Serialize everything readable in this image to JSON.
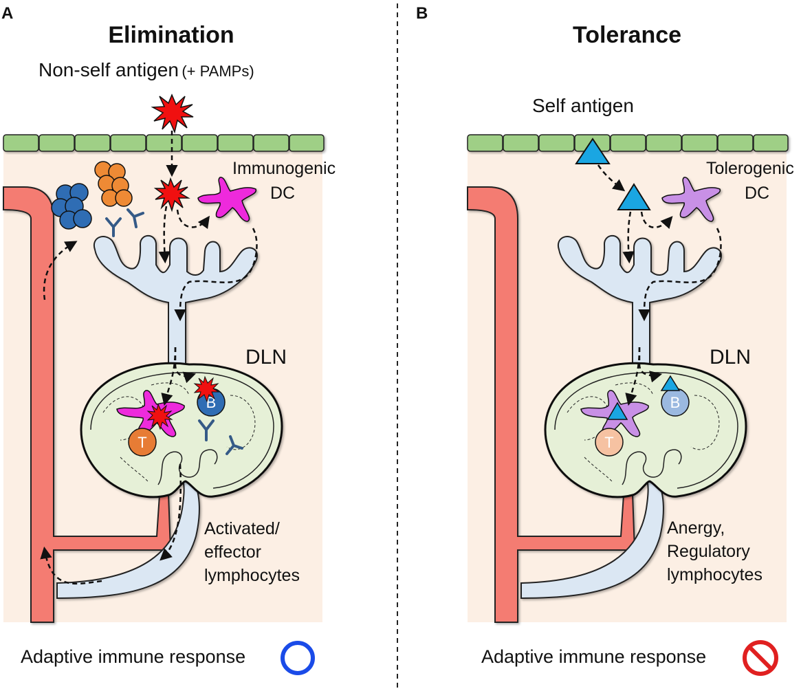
{
  "panels": {
    "a": {
      "letter": "A",
      "title": "Elimination",
      "antigen_label": "Non-self antigen",
      "antigen_suffix": "(+ PAMPs)",
      "dc_label_line1": "Immunogenic",
      "dc_label_line2": "DC",
      "node_label": "DLN",
      "cell_t": "T",
      "cell_b": "B",
      "outcome_lines": [
        "Activated/",
        "effector",
        "lymphocytes"
      ],
      "footer": "Adaptive immune response",
      "footer_symbol": "circle",
      "footer_symbol_color": "#1a4be8"
    },
    "b": {
      "letter": "B",
      "title": "Tolerance",
      "antigen_label": "Self antigen",
      "dc_label_line1": "Tolerogenic",
      "dc_label_line2": "DC",
      "node_label": "DLN",
      "cell_t": "T",
      "cell_b": "B",
      "outcome_lines": [
        "Anergy,",
        "Regulatory",
        "lymphocytes"
      ],
      "footer": "Adaptive immune response",
      "footer_symbol": "prohibition",
      "footer_symbol_color": "#e02020"
    }
  },
  "colors": {
    "tissue_bg": "#fcefe4",
    "epithelium": "#9fcf86",
    "blood_vessel": "#f47c72",
    "lymph_vessel": "#dbe7f3",
    "lymph_node": "#e6f0d7",
    "dc_immunogenic": "#ee2bdc",
    "dc_tolerogenic": "#c890e6",
    "t_cell_active": "#e77c35",
    "b_cell_active": "#2f6db4",
    "t_cell_tolerant": "#f6c2a2",
    "b_cell_tolerant": "#9bb9e0",
    "antigen_red": "#f01010",
    "self_antigen": "#1aa6e2",
    "bacteria_blue": "#2f6db4",
    "bacteria_orange": "#ee8a35",
    "antibody": "#355a87"
  }
}
